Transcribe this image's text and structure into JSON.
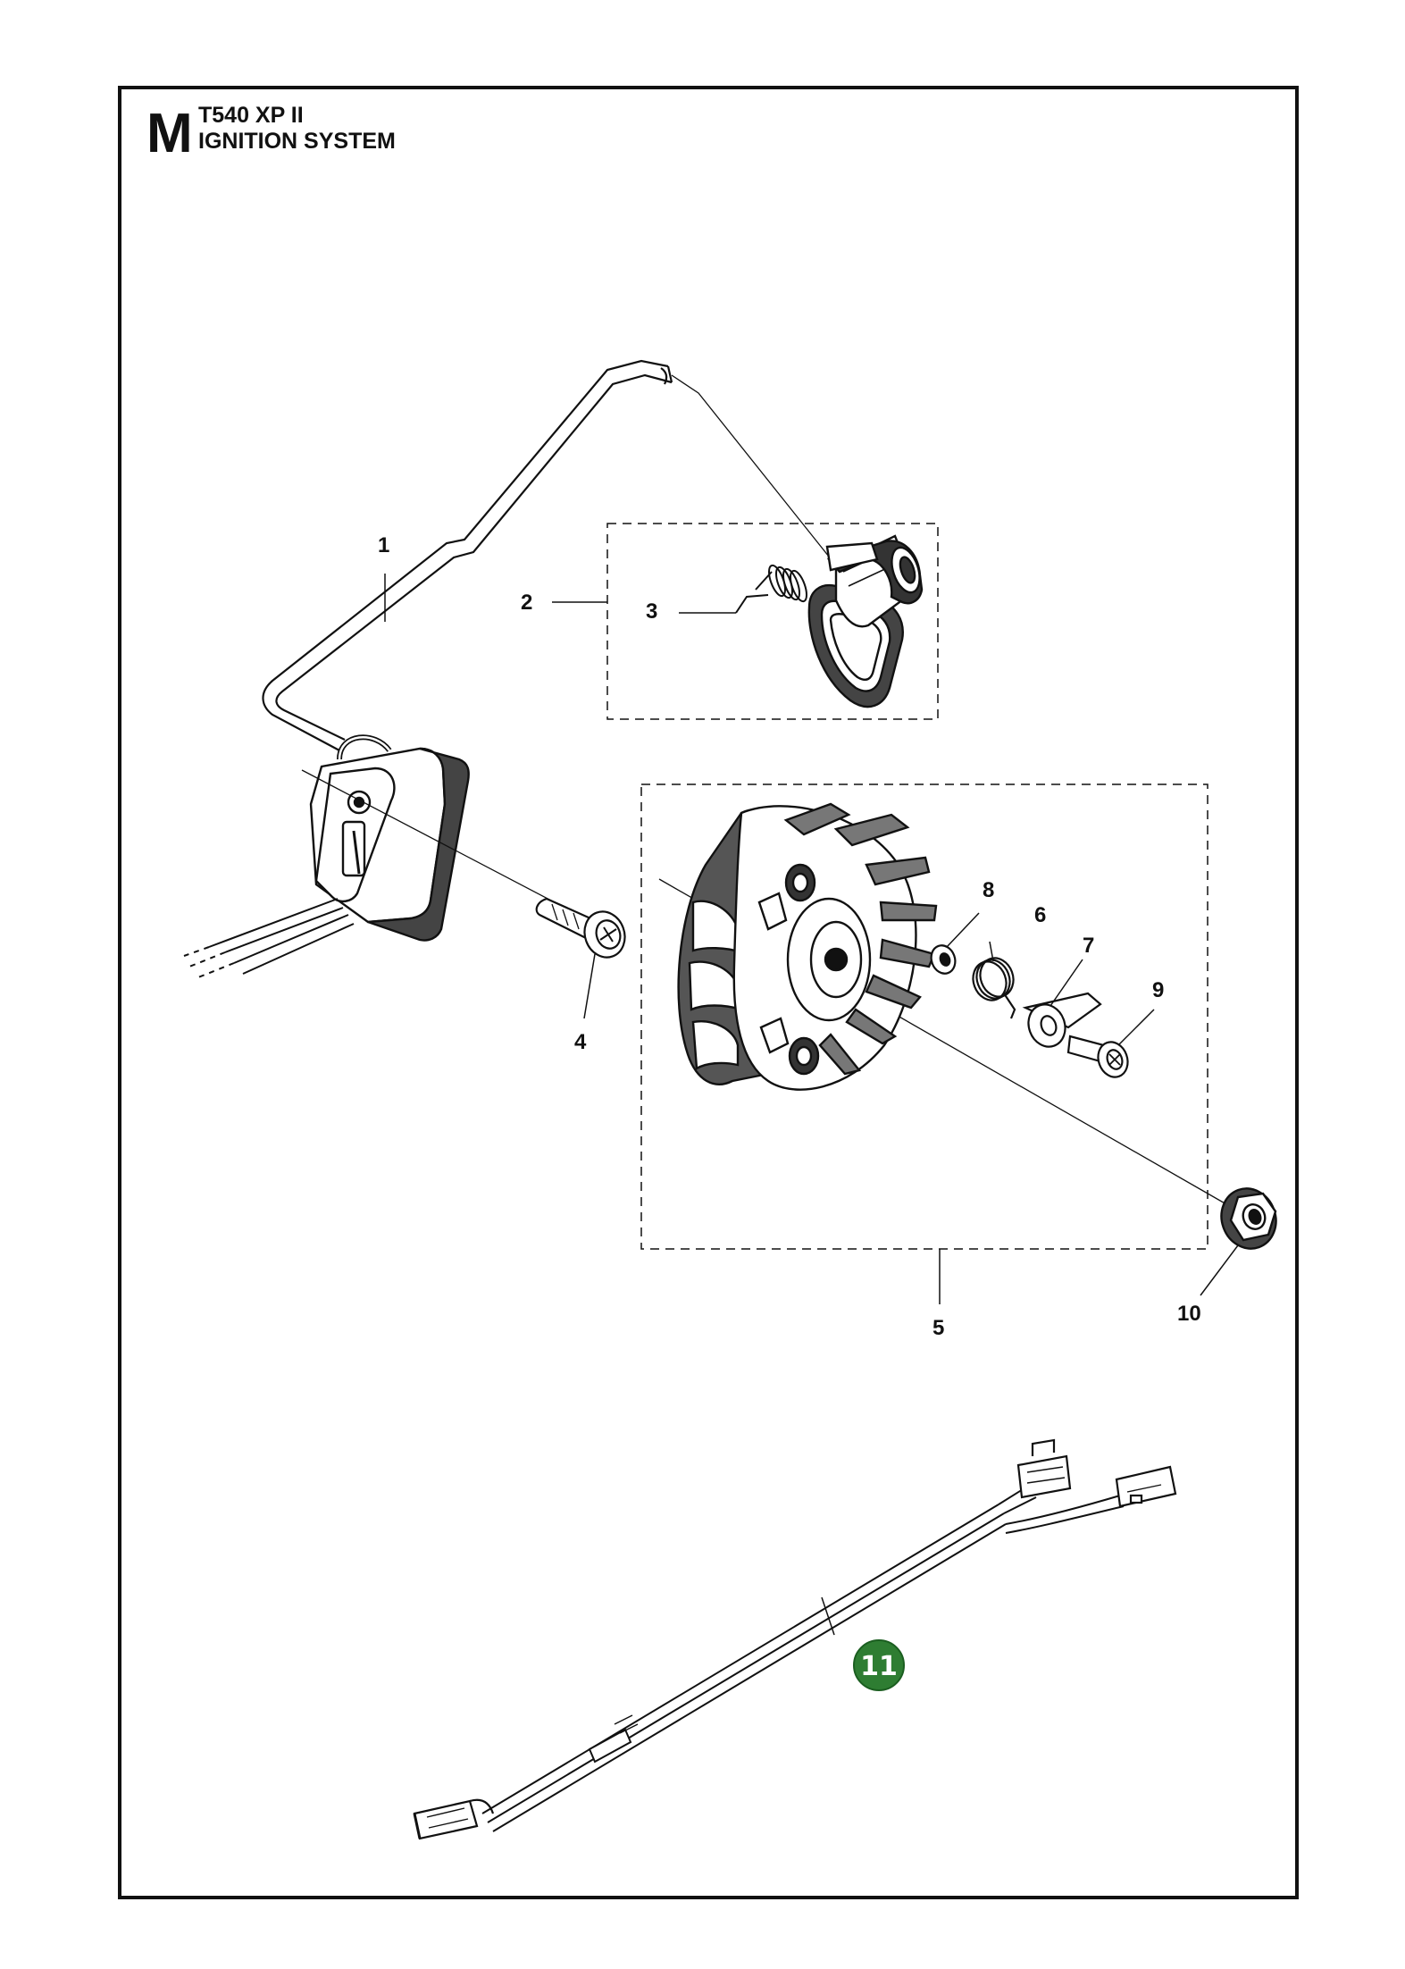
{
  "header": {
    "section_letter": "M",
    "model": "T540 XP II",
    "section_title": "IGNITION SYSTEM"
  },
  "callouts": {
    "c1": "1",
    "c2": "2",
    "c3": "3",
    "c4": "4",
    "c5": "5",
    "c6": "6",
    "c7": "7",
    "c8": "8",
    "c9": "9",
    "c10": "10",
    "c11": "11"
  },
  "colors": {
    "line": "#111111",
    "highlight_badge": "#2e7d32"
  }
}
